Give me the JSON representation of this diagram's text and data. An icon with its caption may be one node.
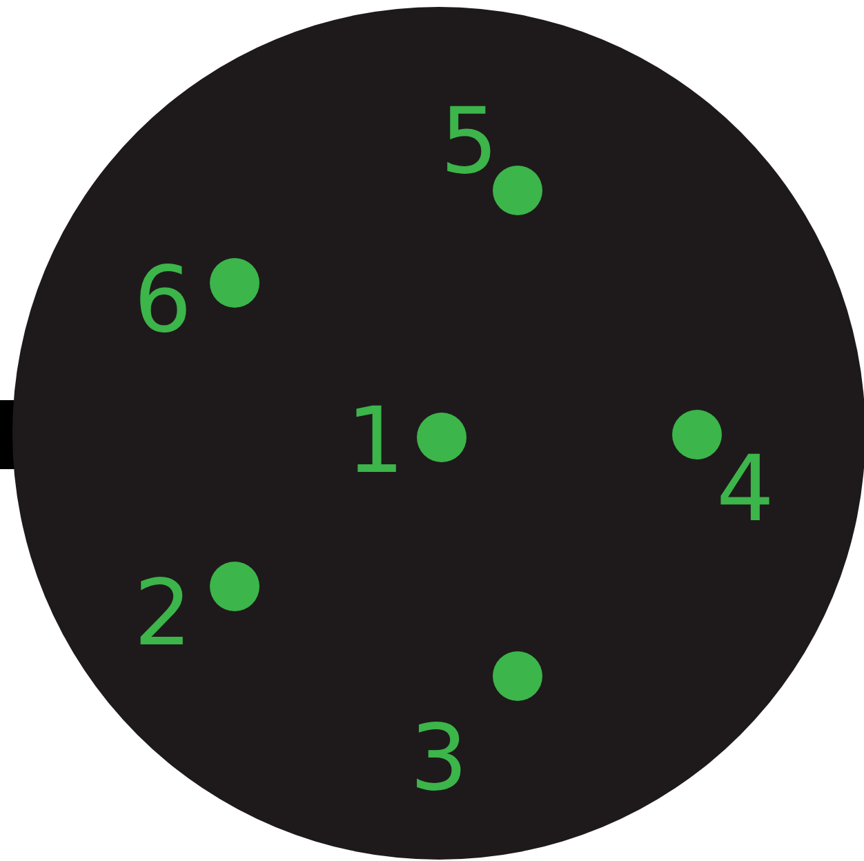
{
  "diagram": {
    "labels": [
      "5",
      "6",
      "1",
      "4",
      "2",
      "3"
    ]
  }
}
